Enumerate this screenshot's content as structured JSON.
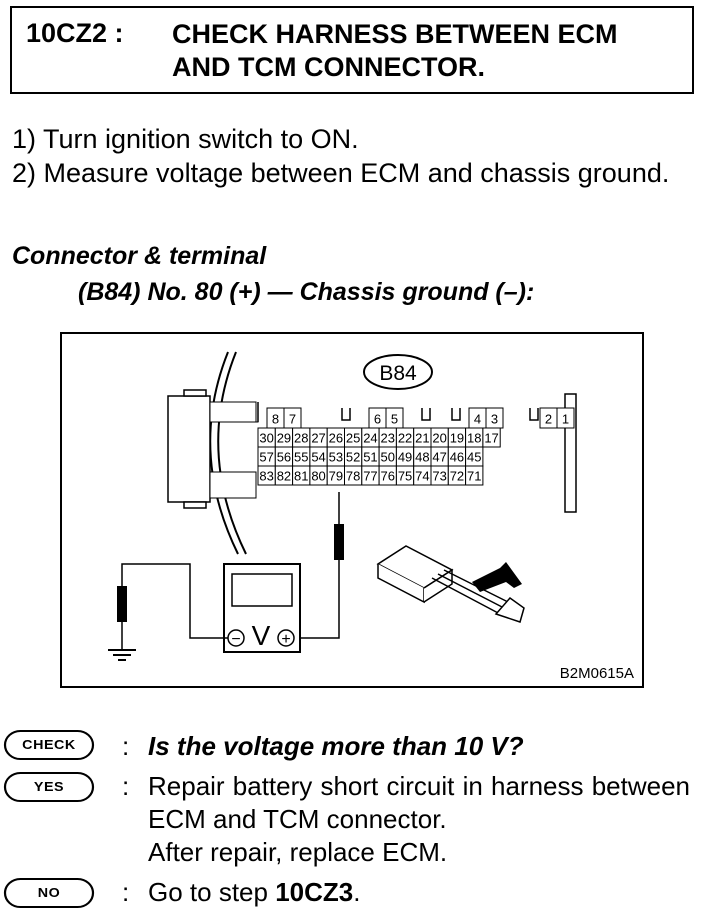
{
  "header": {
    "step_id": "10CZ2 :",
    "title_line1": "CHECK HARNESS BETWEEN ECM",
    "title_line2": "AND TCM CONNECTOR."
  },
  "instructions": [
    "1) Turn ignition switch to ON.",
    "2) Measure voltage between ECM and chassis ground."
  ],
  "connector": {
    "heading": "Connector & terminal",
    "detail": "(B84) No. 80 (+) — Chassis ground (–):"
  },
  "diagram": {
    "connector_label": "B84",
    "top_pins": [
      "8",
      "7",
      "6",
      "5",
      "4",
      "3",
      "2",
      "1"
    ],
    "row1": [
      "30",
      "29",
      "28",
      "27",
      "26",
      "25",
      "24",
      "23",
      "22",
      "21",
      "20",
      "19",
      "18",
      "17"
    ],
    "row2": [
      "57",
      "56",
      "55",
      "54",
      "53",
      "52",
      "51",
      "50",
      "49",
      "48",
      "47",
      "46",
      "45"
    ],
    "row3": [
      "83",
      "82",
      "81",
      "80",
      "79",
      "78",
      "77",
      "76",
      "75",
      "74",
      "73",
      "72",
      "71"
    ],
    "meter_symbol": "V",
    "minus_symbol": "−",
    "plus_symbol": "+",
    "figure_code": "B2M0615A"
  },
  "check": {
    "badge": "CHECK",
    "colon": ":",
    "question": "Is the voltage more than 10 V?"
  },
  "yes": {
    "badge": "YES",
    "colon": ":",
    "line1": "Repair battery short circuit in harness between ECM and TCM connector.",
    "line2": "After repair, replace ECM."
  },
  "no": {
    "badge": "NO",
    "colon": ":",
    "prefix": "Go to step ",
    "step": "10CZ3",
    "suffix": "."
  }
}
